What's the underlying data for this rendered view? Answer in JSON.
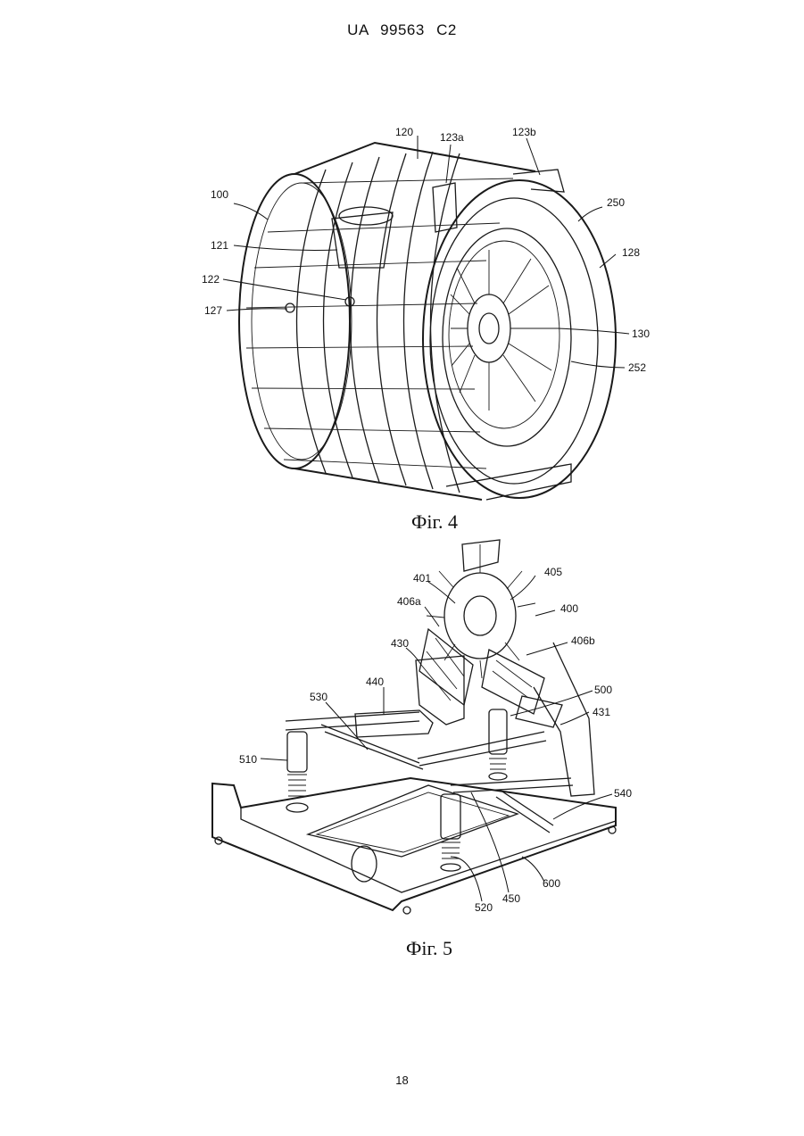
{
  "header": {
    "doc_id": "UA 99563 C2"
  },
  "figure4": {
    "caption": "Фіг. 4",
    "labels": {
      "l100": "100",
      "l120": "120",
      "l123a": "123a",
      "l123b": "123b",
      "l250": "250",
      "l128": "128",
      "l121": "121",
      "l122": "122",
      "l127": "127",
      "l130": "130",
      "l252": "252"
    }
  },
  "figure5": {
    "caption": "Фіг. 5",
    "labels": {
      "l401": "401",
      "l405": "405",
      "l400": "400",
      "l406a": "406a",
      "l406b": "406b",
      "l430": "430",
      "l530": "530",
      "l440": "440",
      "l500": "500",
      "l431": "431",
      "l510": "510",
      "l540": "540",
      "l450": "450",
      "l520": "520",
      "l600": "600"
    }
  },
  "footer": {
    "page_number": "18"
  }
}
